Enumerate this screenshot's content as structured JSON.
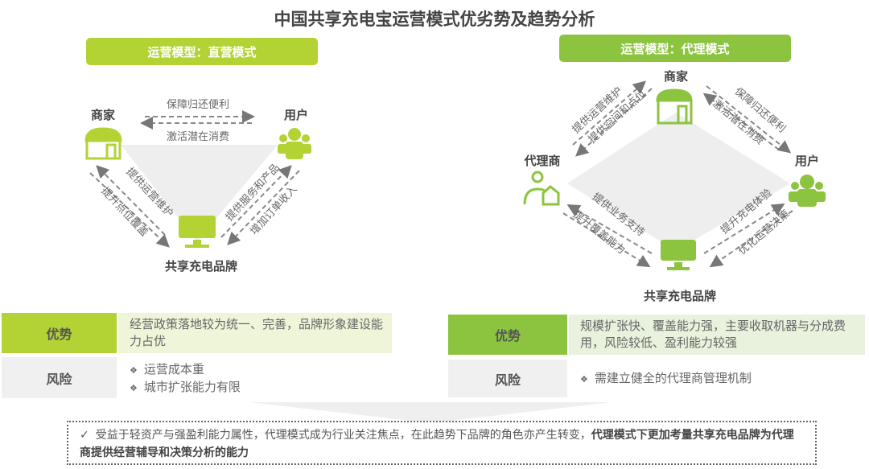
{
  "title": "中国共享充电宝运营模式优劣势及趋势分析",
  "left": {
    "header": "运营模型：直营模式",
    "nodes": {
      "merchant": "商家",
      "user": "用户",
      "brand": "共享充电品牌"
    },
    "flows": {
      "to_user": "保障归还便利",
      "to_merchant": "激活潜在消费",
      "merchant_1": "提供运营维护",
      "merchant_2": "提升点位覆盖",
      "user_1": "提供服务和产品",
      "user_2": "增加订单收入"
    },
    "advantage_label": "优势",
    "advantage_text": "经营政策落地较为统一、完善，品牌形象建设能力占优",
    "risk_label": "风险",
    "risks": [
      "运营成本重",
      "城市扩张能力有限"
    ]
  },
  "right": {
    "header": "运营模型：代理模式",
    "nodes": {
      "merchant": "商家",
      "agent": "代理商",
      "user": "用户",
      "brand": "共享充电品牌"
    },
    "flows": {
      "tl_1": "提供运营维护",
      "tl_2": "提供空间和点位",
      "tr_1": "保障归还便利",
      "tr_2": "激活潜在消费",
      "bl_1": "提供业务支持",
      "bl_2": "提升覆盖能力",
      "br_1": "提升充电体验",
      "br_2": "优化运营决策"
    },
    "advantage_label": "优势",
    "advantage_text": "规模扩张快、覆盖能力强，主要收取机器与分成费用，风险较低、盈利能力较强",
    "risk_label": "风险",
    "risks": [
      "需建立健全的代理商管理机制"
    ]
  },
  "conclusion": {
    "check": "✓",
    "normal": "受益于轻资产与强盈利能力属性，代理模式成为行业关注焦点，在此趋势下品牌的角色亦产生转变，",
    "bold": "代理模式下更加考量共享充电品牌为代理商提供经营辅导和决策分析的能力"
  },
  "colors": {
    "direct": "#b3d334",
    "agency": "#8cc43f",
    "direct_light": "#eef5d8",
    "agency_light": "#e8f2dc",
    "risk_bg": "#f0f0f0"
  },
  "bullet": "❖"
}
